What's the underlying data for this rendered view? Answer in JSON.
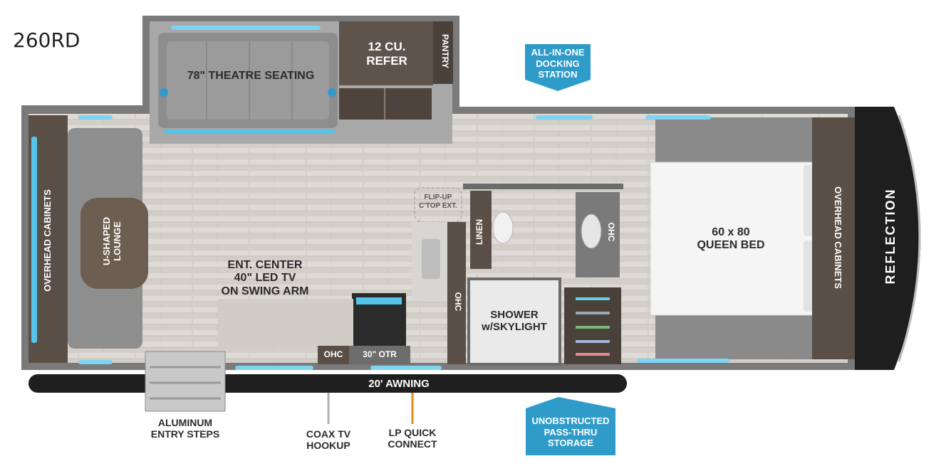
{
  "model": "260RD",
  "brand_mark": "REFLECTION",
  "labels": {
    "theatre_seating": "78\" THEATRE SEATING",
    "refer": "12 CU.\nREFER",
    "pantry": "PANTRY",
    "overhead_left": "OVERHEAD CABINETS",
    "lounge": "U-SHAPED\nLOUNGE",
    "ent_center": "ENT. CENTER\n40\" LED TV\nON SWING ARM",
    "flip_up": "FLIP-UP\nC'TOP EXT.",
    "linen": "LINEN",
    "ohc_bath": "OHC",
    "ohc_kitchen": "OHC",
    "ohc_low": "OHC",
    "otr": "30\" OTR",
    "shower": "SHOWER\nw/SKYLIGHT",
    "bed": "60 x 80\nQUEEN BED",
    "overhead_right": "OVERHEAD CABINETS",
    "awning": "20' AWNING",
    "steps": "ALUMINUM\nENTRY STEPS",
    "coax": "COAX TV\nHOOKUP",
    "lp": "LP QUICK\nCONNECT"
  },
  "callouts": {
    "docking": "ALL-IN-ONE\nDOCKING\nSTATION",
    "storage": "UNOBSTRUCTED\nPASS-THRU\nSTORAGE"
  },
  "colors": {
    "wall": "#6b6b6b",
    "floor": "#dcd7d2",
    "cabinet": "#5a4f47",
    "accent_blue": "#2f9bc9",
    "lp_orange": "#e58a1f"
  }
}
